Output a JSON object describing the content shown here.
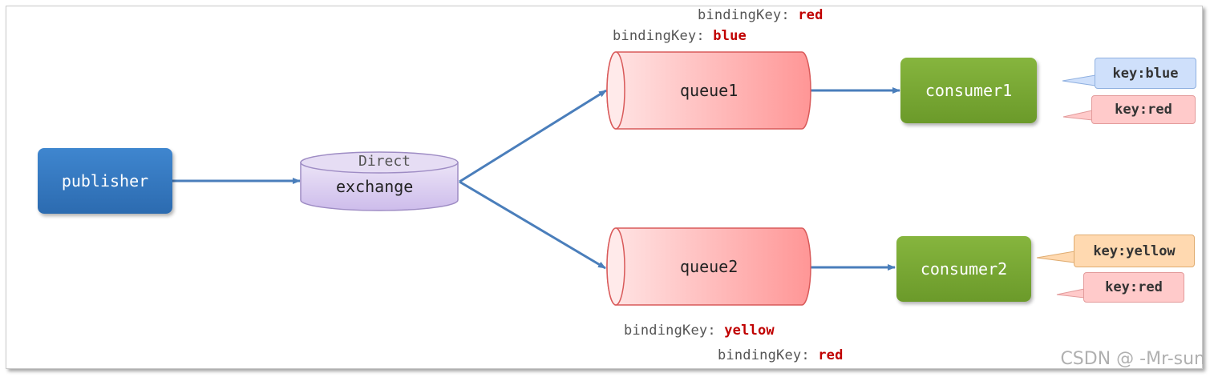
{
  "diagram": {
    "publisher": {
      "label": "publisher"
    },
    "exchange": {
      "type_label": "Direct",
      "label": "exchange"
    },
    "queue1": {
      "label": "queue1",
      "binding_prefix_1": "bindingKey: ",
      "binding_key_1": "red",
      "binding_prefix_2": "bindingKey: ",
      "binding_key_2": "blue"
    },
    "queue2": {
      "label": "queue2",
      "binding_prefix_1": "bindingKey: ",
      "binding_key_1": "yellow",
      "binding_prefix_2": "bindingKey: ",
      "binding_key_2": "red"
    },
    "consumer1": {
      "label": "consumer1",
      "callouts": [
        "key:blue",
        "key:red"
      ]
    },
    "consumer2": {
      "label": "consumer2",
      "callouts": [
        "key:yellow",
        "key:red"
      ]
    },
    "colors": {
      "publisher": "#2f73bd",
      "consumer": "#79a834",
      "queue": "#ff9d9d",
      "exchange": "#d7c9ee",
      "binding_key": "#c00000",
      "arrow": "#4a7ebb",
      "callout_blue": "#cfe0fb",
      "callout_red": "#ffcaca",
      "callout_yellow": "#ffd9b0"
    }
  },
  "watermark": "CSDN @ -Mr-sun"
}
